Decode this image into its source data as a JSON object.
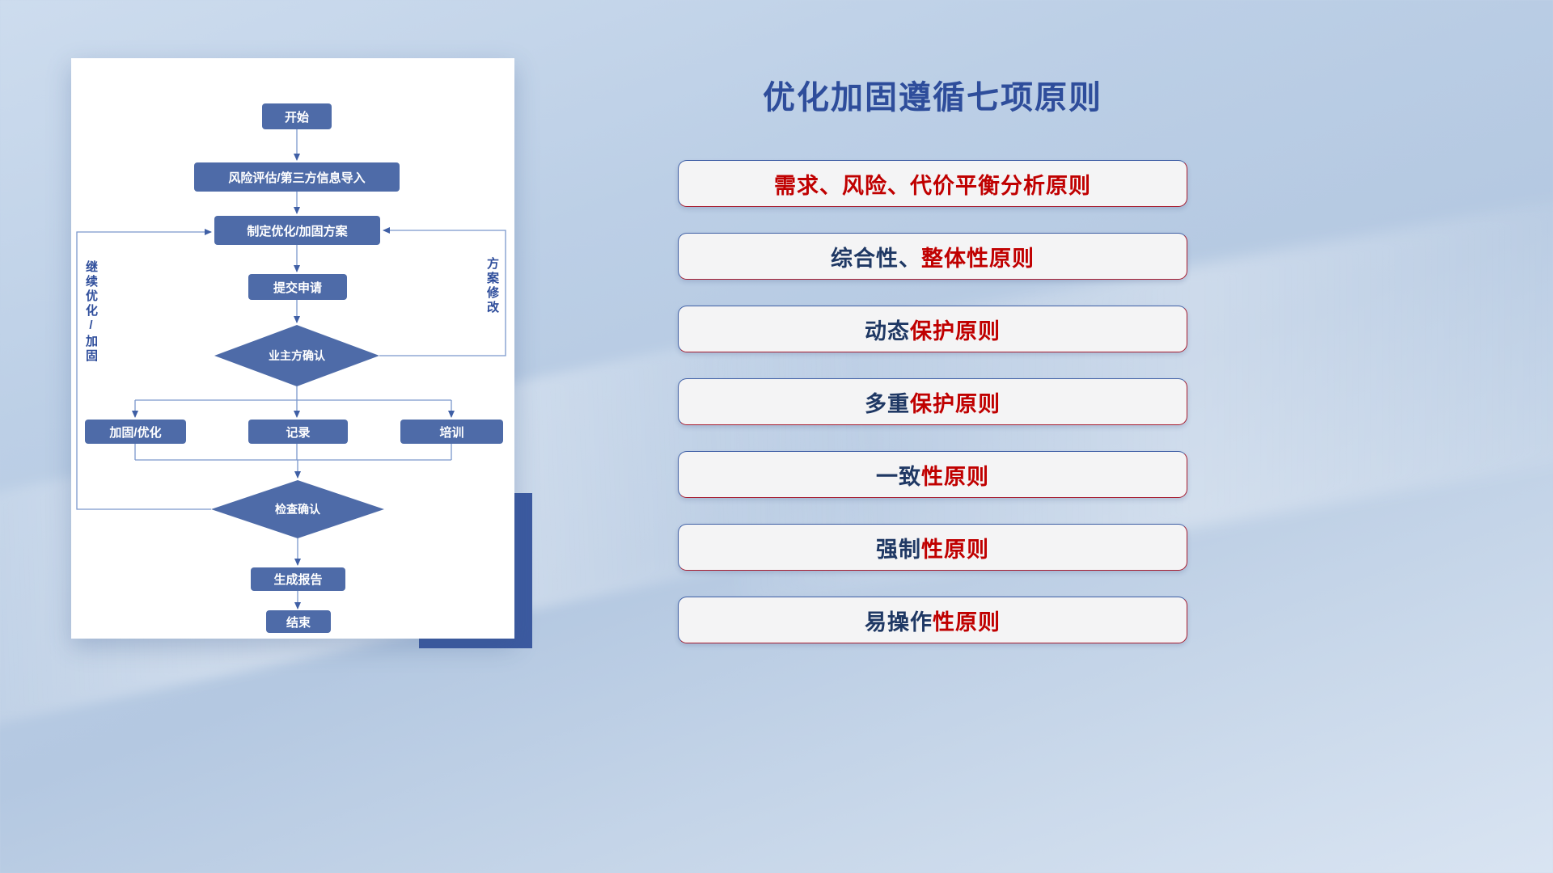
{
  "colors": {
    "accent_blue": "#2e4d9b",
    "accent_red": "#c00000",
    "node_blue": "#4e6ba8",
    "connector_blue": "#7b97cc"
  },
  "flowchart": {
    "nodes": {
      "start": "开始",
      "risk_import": "风险评估/第三方信息导入",
      "make_plan": "制定优化/加固方案",
      "submit": "提交申请",
      "owner_confirm": "业主方确认",
      "harden": "加固/优化",
      "record": "记录",
      "training": "培训",
      "check_confirm": "检查确认",
      "report": "生成报告",
      "end": "结束"
    },
    "labels": {
      "continue_loop": "继续优化/加固",
      "plan_revision": "方案修改"
    }
  },
  "panel": {
    "title": "优化加固遵循七项原则",
    "principles": [
      {
        "navy": "",
        "red": "需求、风险、代价平衡分析原则"
      },
      {
        "navy": "综合性、",
        "red": "整体性原则"
      },
      {
        "navy": "动态",
        "red": "保护原则"
      },
      {
        "navy": "多重",
        "red": "保护原则"
      },
      {
        "navy": "一致",
        "red": "性原则"
      },
      {
        "navy": "强制",
        "red": "性原则"
      },
      {
        "navy": "易操作",
        "red": "性原则"
      }
    ]
  }
}
